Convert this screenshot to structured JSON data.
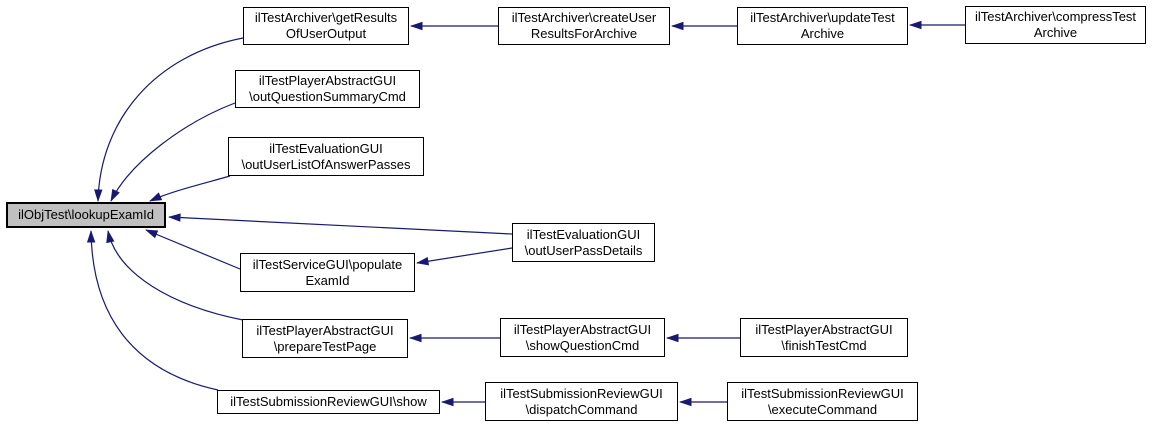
{
  "colors": {
    "edge": "#191970",
    "node_border": "#000000",
    "node_fill": "#ffffff",
    "main_node_fill": "#c0c0c0",
    "text": "#000000",
    "background": "#ffffff"
  },
  "nodes": {
    "lookup": {
      "label": "ilObjTest\\lookupExamId",
      "line1": "ilObjTest\\lookupExamId",
      "highlighted": true
    },
    "getResults": {
      "label": "ilTestArchiver\\getResultsOfUserOutput",
      "line1": "ilTestArchiver\\getResults",
      "line2": "OfUserOutput"
    },
    "createUser": {
      "label": "ilTestArchiver\\createUserResultsForArchive",
      "line1": "ilTestArchiver\\createUser",
      "line2": "ResultsForArchive"
    },
    "updateTest": {
      "label": "ilTestArchiver\\updateTestArchive",
      "line1": "ilTestArchiver\\updateTest",
      "line2": "Archive"
    },
    "compressTest": {
      "label": "ilTestArchiver\\compressTestArchive",
      "line1": "ilTestArchiver\\compressTest",
      "line2": "Archive"
    },
    "outQuestion": {
      "label": "ilTestPlayerAbstractGUI\\outQuestionSummaryCmd",
      "line1": "ilTestPlayerAbstractGUI",
      "line2": "\\outQuestionSummaryCmd"
    },
    "outUserList": {
      "label": "ilTestEvaluationGUI\\outUserListOfAnswerPasses",
      "line1": "ilTestEvaluationGUI",
      "line2": "\\outUserListOfAnswerPasses"
    },
    "outUserPass": {
      "label": "ilTestEvaluationGUI\\outUserPassDetails",
      "line1": "ilTestEvaluationGUI",
      "line2": "\\outUserPassDetails"
    },
    "populate": {
      "label": "ilTestServiceGUI\\populateExamId",
      "line1": "ilTestServiceGUI\\populate",
      "line2": "ExamId"
    },
    "prepare": {
      "label": "ilTestPlayerAbstractGUI\\prepareTestPage",
      "line1": "ilTestPlayerAbstractGUI",
      "line2": "\\prepareTestPage"
    },
    "showQuestion": {
      "label": "ilTestPlayerAbstractGUI\\showQuestionCmd",
      "line1": "ilTestPlayerAbstractGUI",
      "line2": "\\showQuestionCmd"
    },
    "finishTest": {
      "label": "ilTestPlayerAbstractGUI\\finishTestCmd",
      "line1": "ilTestPlayerAbstractGUI",
      "line2": "\\finishTestCmd"
    },
    "show": {
      "label": "ilTestSubmissionReviewGUI\\show",
      "line1": "ilTestSubmissionReviewGUI\\show"
    },
    "dispatch": {
      "label": "ilTestSubmissionReviewGUI\\dispatchCommand",
      "line1": "ilTestSubmissionReviewGUI",
      "line2": "\\dispatchCommand"
    },
    "execute": {
      "label": "ilTestSubmissionReviewGUI\\executeCommand",
      "line1": "ilTestSubmissionReviewGUI",
      "line2": "\\executeCommand"
    }
  },
  "edges": [
    {
      "from": "getResults",
      "to": "lookup"
    },
    {
      "from": "outQuestion",
      "to": "lookup"
    },
    {
      "from": "outUserList",
      "to": "lookup"
    },
    {
      "from": "outUserPass",
      "to": "lookup"
    },
    {
      "from": "outUserPass",
      "to": "populate"
    },
    {
      "from": "populate",
      "to": "lookup"
    },
    {
      "from": "prepare",
      "to": "lookup"
    },
    {
      "from": "show",
      "to": "lookup"
    },
    {
      "from": "createUser",
      "to": "getResults"
    },
    {
      "from": "updateTest",
      "to": "createUser"
    },
    {
      "from": "compressTest",
      "to": "updateTest"
    },
    {
      "from": "showQuestion",
      "to": "prepare"
    },
    {
      "from": "finishTest",
      "to": "showQuestion"
    },
    {
      "from": "dispatch",
      "to": "show"
    },
    {
      "from": "execute",
      "to": "dispatch"
    }
  ]
}
